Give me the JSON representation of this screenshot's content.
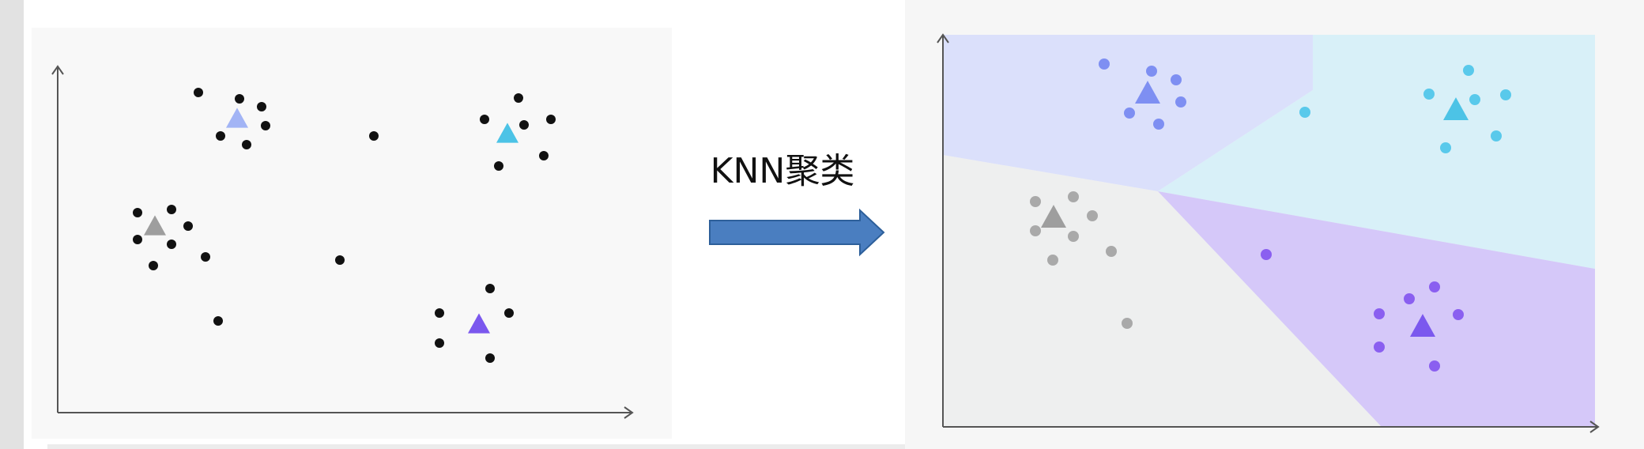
{
  "arrow_label": "KNN聚类",
  "colors": {
    "canvas_bg": "#f7f7f7",
    "right_bg": "#f6f6f6",
    "edge_shadow": "#dcdcdc",
    "bottom_strip": "#ececec",
    "point": "#111111",
    "axis": "#555555",
    "arrow_fill": "#4a7ec0",
    "arrow_stroke": "#2d5f9a"
  },
  "clusters": [
    {
      "id": "blue",
      "centroid_color": "#a2b4f5",
      "point_color": "#7e8ff2",
      "region_color": "#dbe0fb"
    },
    {
      "id": "cyan",
      "centroid_color": "#4cc3e6",
      "point_color": "#59c9eb",
      "region_color": "#d8f0f8"
    },
    {
      "id": "gray",
      "centroid_color": "#9e9e9e",
      "point_color": "#a9a9a9",
      "region_color": "#eeefef"
    },
    {
      "id": "purple",
      "centroid_color": "#7b58ee",
      "point_color": "#8a5ff0",
      "region_color": "#d5c8f9"
    }
  ]
}
